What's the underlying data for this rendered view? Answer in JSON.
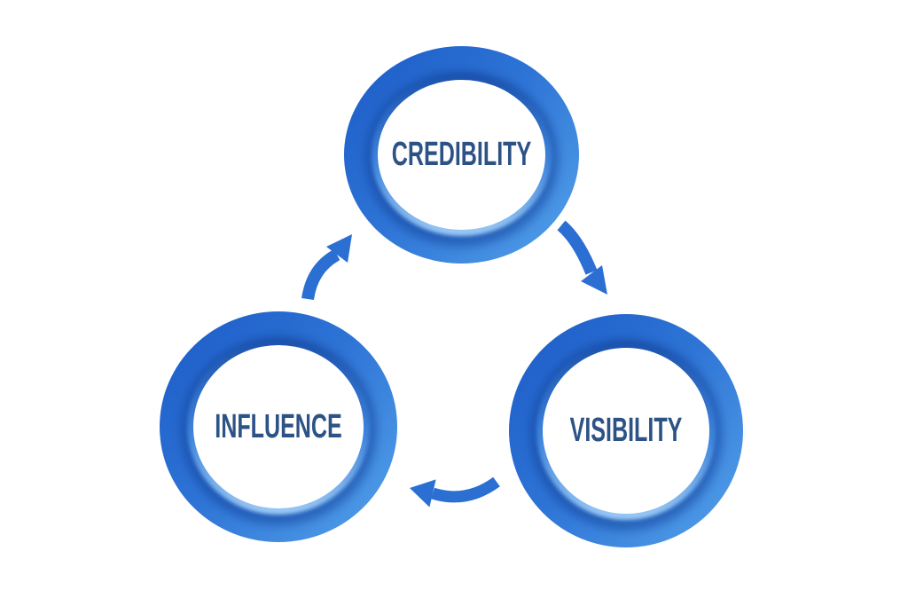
{
  "diagram": {
    "type": "cycle",
    "background": "#ffffff",
    "nodes": [
      {
        "id": "credibility",
        "label": "CREDIBILITY",
        "position": "top-center"
      },
      {
        "id": "visibility",
        "label": "VISIBILITY",
        "position": "bottom-right"
      },
      {
        "id": "influence",
        "label": "INFLUENCE",
        "position": "bottom-left"
      }
    ],
    "arrows": [
      {
        "from": "credibility",
        "to": "visibility",
        "direction": "down-right"
      },
      {
        "from": "visibility",
        "to": "influence",
        "direction": "left"
      },
      {
        "from": "influence",
        "to": "credibility",
        "direction": "up-right"
      }
    ],
    "colors": {
      "ring_gradient_start": "#1c5cc7",
      "ring_gradient_mid": "#2e74d6",
      "ring_gradient_end": "#55a3ea",
      "ring_inner_disc": "#ffffff",
      "arrow": "#2b6fd3",
      "label_text": "#2d5285"
    }
  }
}
